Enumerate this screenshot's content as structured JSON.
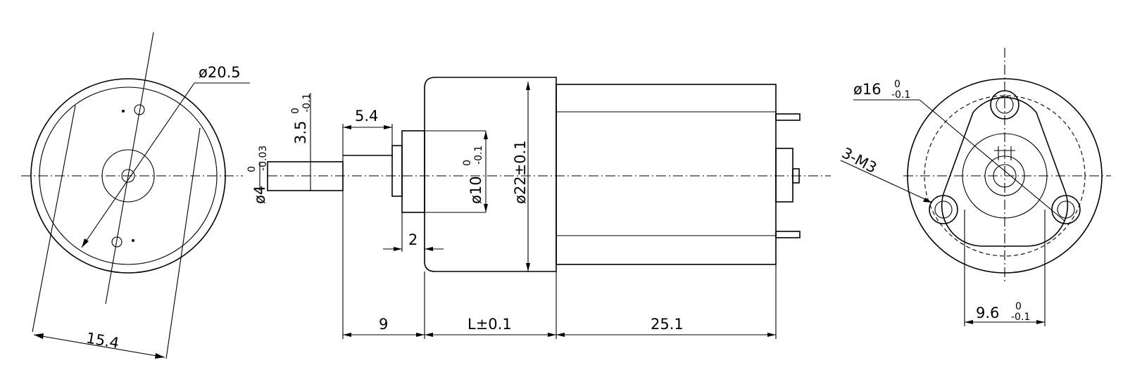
{
  "left_view": {
    "diameter_label": "ø20.5",
    "span_label": "15.4"
  },
  "side_view": {
    "shaft_diameter_label": "ø4",
    "shaft_diameter_tol_upper": "0",
    "shaft_diameter_tol_lower": "-0.03",
    "flat_depth_label": "3.5",
    "flat_depth_tol_upper": "0",
    "flat_depth_tol_lower": "-0.1",
    "flat_length_label": "5.4",
    "boss_diameter_label": "ø10",
    "boss_diameter_tol_upper": "0",
    "boss_diameter_tol_lower": "-0.1",
    "body_diameter_label": "ø22±0.1",
    "collar_label": "2",
    "shaft_length_label": "9",
    "gearbox_length_label": "L±0.1",
    "motor_length_label": "25.1"
  },
  "right_view": {
    "bolt_circle_label": "ø16",
    "bolt_circle_tol_upper": "0",
    "bolt_circle_tol_lower": "-0.1",
    "thread_label": "3-M3",
    "spacing_label": "9.6",
    "spacing_tol_upper": "0",
    "spacing_tol_lower": "-0.1"
  }
}
